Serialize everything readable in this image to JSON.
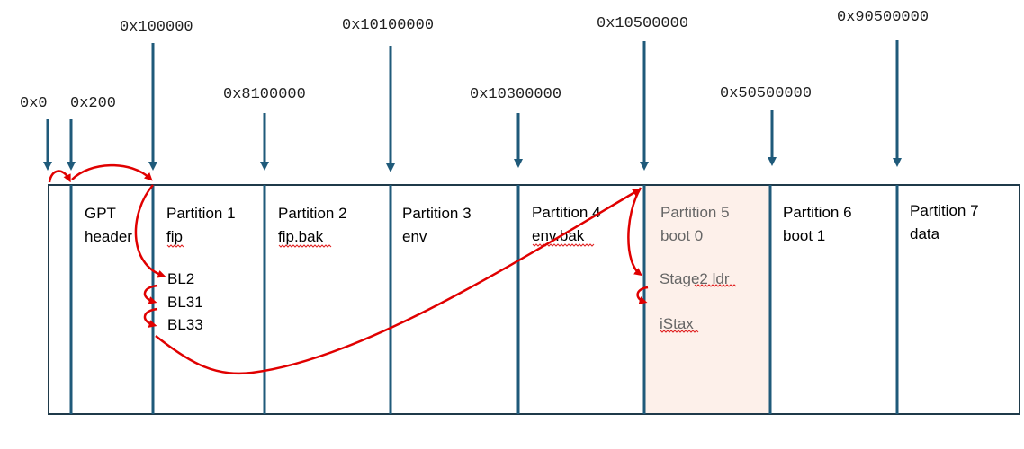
{
  "colors": {
    "structure": "#1f5a7a",
    "flow": "#e00000",
    "highlight": "#fdf0ea",
    "text": "#000000",
    "muted_text": "#666666"
  },
  "addresses": [
    "0x0",
    "0x200",
    "0x100000",
    "0x8100000",
    "0x10100000",
    "0x10300000",
    "0x10500000",
    "0x50500000",
    "0x90500000"
  ],
  "regions": [
    {
      "line1": "GPT",
      "line2": "header"
    },
    {
      "line1": "Partition 1",
      "line2": "fip"
    },
    {
      "line1": "Partition 2",
      "line2": "fip.bak"
    },
    {
      "line1": "Partition 3",
      "line2": "env"
    },
    {
      "line1": "Partition 4",
      "line2": "env.bak"
    },
    {
      "line1": "Partition 5",
      "line2": "boot 0",
      "highlighted": true
    },
    {
      "line1": "Partition 6",
      "line2": "boot 1"
    },
    {
      "line1": "Partition 7",
      "line2": "data"
    }
  ],
  "fip_images": [
    "BL2",
    "BL31",
    "BL33"
  ],
  "boot0_images": [
    "Stage2 ldr",
    "iStax"
  ]
}
